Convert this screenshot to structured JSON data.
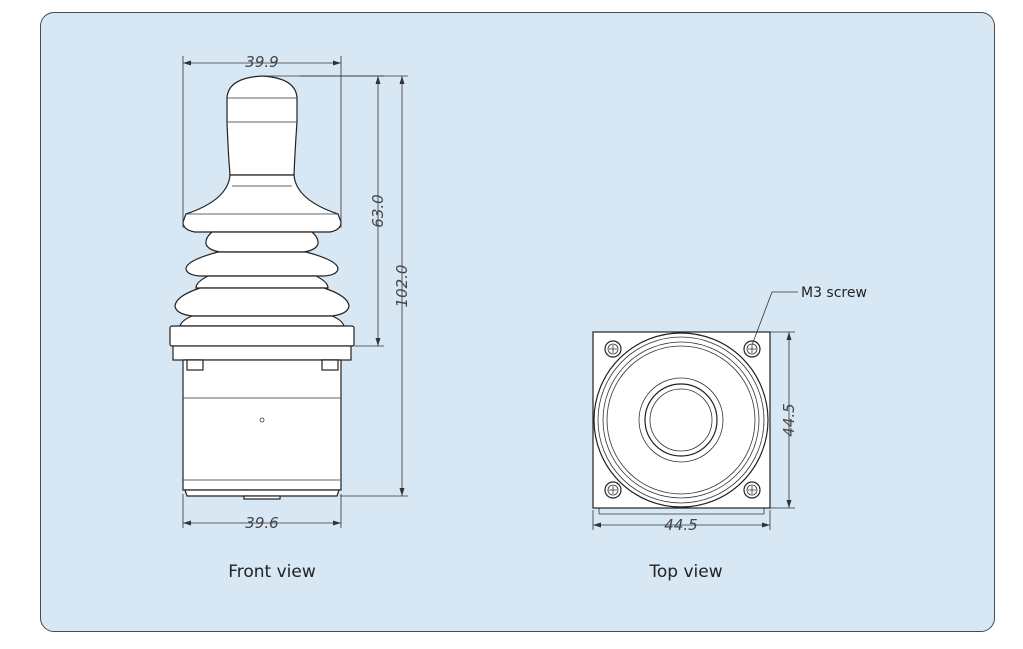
{
  "front_view": {
    "caption": "Front view",
    "dim_top_width": "39.9",
    "dim_bottom_width": "39.6",
    "dim_handle_height": "63.0",
    "dim_total_height": "102.0"
  },
  "top_view": {
    "caption": "Top view",
    "dim_width": "44.5",
    "dim_height": "44.5",
    "screw_label": "M3 screw"
  }
}
